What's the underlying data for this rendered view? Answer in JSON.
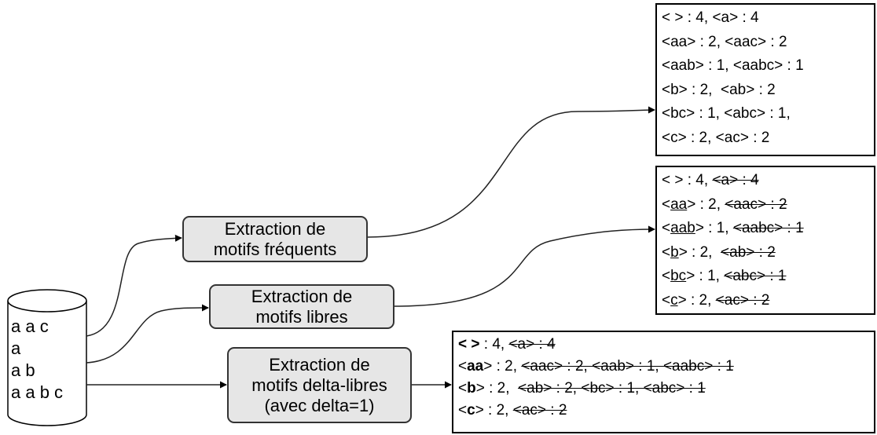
{
  "database": {
    "sequences": [
      "a a c",
      "a",
      "a b",
      "a a b c"
    ]
  },
  "processes": {
    "frequent": {
      "line1": "Extraction de",
      "line2": "motifs fréquents"
    },
    "free": {
      "line1": "Extraction de",
      "line2": "motifs libres"
    },
    "delta_free": {
      "line1": "Extraction de",
      "line2": "motifs delta-libres",
      "line3": "(avec delta=1)"
    }
  },
  "results": {
    "frequent": [
      [
        {
          "t": "< > : 4, "
        },
        {
          "t": "<a> : 4"
        }
      ],
      [
        {
          "t": "<aa> : 2, "
        },
        {
          "t": "<aac> : 2"
        }
      ],
      [
        {
          "t": "<aab> : 1, "
        },
        {
          "t": "<aabc> : 1"
        }
      ],
      [
        {
          "t": "<b> : 2,  "
        },
        {
          "t": "<ab> : 2"
        }
      ],
      [
        {
          "t": "<bc> : 1, "
        },
        {
          "t": "<abc> : 1,"
        }
      ],
      [
        {
          "t": "<c> : 2, "
        },
        {
          "t": "<ac> : 2"
        }
      ]
    ],
    "free": [
      [
        {
          "t": "< > : 4, "
        },
        {
          "t": "<a> : 4",
          "f": "s"
        }
      ],
      [
        {
          "t": "<"
        },
        {
          "t": "aa",
          "f": "u"
        },
        {
          "t": "> : 2, "
        },
        {
          "t": "<aac> : 2",
          "f": "s"
        }
      ],
      [
        {
          "t": "<"
        },
        {
          "t": "aab",
          "f": "u"
        },
        {
          "t": "> : 1, "
        },
        {
          "t": "<aabc> : 1",
          "f": "s"
        }
      ],
      [
        {
          "t": "<"
        },
        {
          "t": "b",
          "f": "u"
        },
        {
          "t": "> : 2,  "
        },
        {
          "t": "<ab> : 2",
          "f": "s"
        }
      ],
      [
        {
          "t": "<"
        },
        {
          "t": "bc",
          "f": "u"
        },
        {
          "t": "> : 1, "
        },
        {
          "t": "<abc> : 1",
          "f": "s"
        }
      ],
      [
        {
          "t": "<"
        },
        {
          "t": "c",
          "f": "u"
        },
        {
          "t": "> : 2, "
        },
        {
          "t": "<ac> : 2",
          "f": "s"
        }
      ]
    ],
    "delta_free": [
      [
        {
          "t": "< >",
          "f": "b"
        },
        {
          "t": " : 4, "
        },
        {
          "t": "<a> : 4",
          "f": "s"
        }
      ],
      [
        {
          "t": "<"
        },
        {
          "t": "aa",
          "f": "b"
        },
        {
          "t": "> : 2, "
        },
        {
          "t": "<aac> : 2, <aab> : 1, <aabc> : 1",
          "f": "s"
        }
      ],
      [
        {
          "t": "<"
        },
        {
          "t": "b",
          "f": "b"
        },
        {
          "t": "> : 2,  "
        },
        {
          "t": "<ab> : 2, <bc> : 1, <abc> : 1",
          "f": "s"
        }
      ],
      [
        {
          "t": "<"
        },
        {
          "t": "c",
          "f": "b"
        },
        {
          "t": "> : 2, "
        },
        {
          "t": "<ac> : 2",
          "f": "s"
        }
      ]
    ]
  },
  "colors": {
    "process_fill": "#e6e6e6",
    "stroke": "#333333"
  }
}
